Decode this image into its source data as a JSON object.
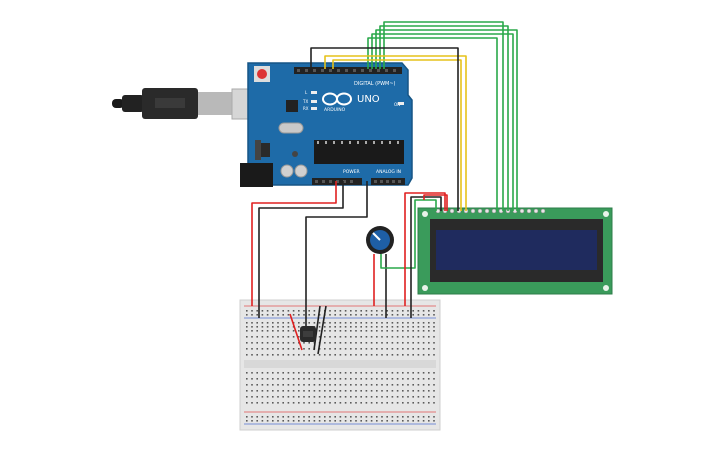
{
  "arduino": {
    "brand": "ARDUINO",
    "model": "UNO",
    "digital_label": "DIGITAL (PWM~)",
    "power_label": "POWER",
    "analog_label": "ANALOG IN",
    "led_l": "L",
    "led_tx": "TX",
    "led_rx": "RX",
    "on_label": "ON"
  },
  "colors": {
    "board": "#1e6ba8",
    "board_edge": "#165585",
    "lcd_pcb": "#3a9b5b",
    "lcd_screen": "#1f2b5e",
    "wire_red": "#e02020",
    "wire_black": "#222222",
    "wire_green": "#2aa84a",
    "wire_yellow": "#e6c21a",
    "breadboard": "#e8e8e8",
    "pot_knob": "#1e5fa6"
  },
  "icons": {
    "usb": "usb-cable-icon",
    "logo": "arduino-infinity-logo-icon",
    "sensor": "temperature-sensor-icon",
    "pot": "potentiometer-icon"
  }
}
